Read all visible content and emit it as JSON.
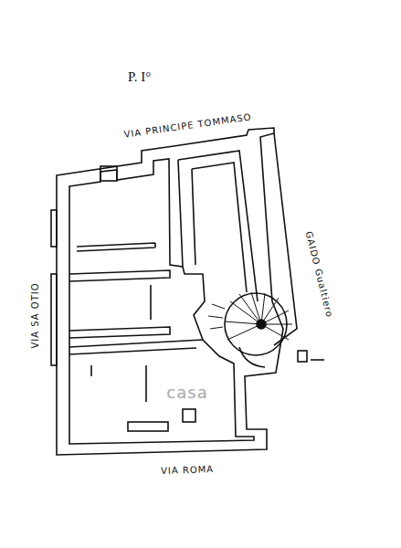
{
  "diagram": {
    "title": "P. I°",
    "labels": [
      "VIA PRINCIPE TOMMASO",
      "VIA SA OTIO",
      "GAIDO Gualtiero",
      "VIA ROMA",
      "casa"
    ]
  }
}
